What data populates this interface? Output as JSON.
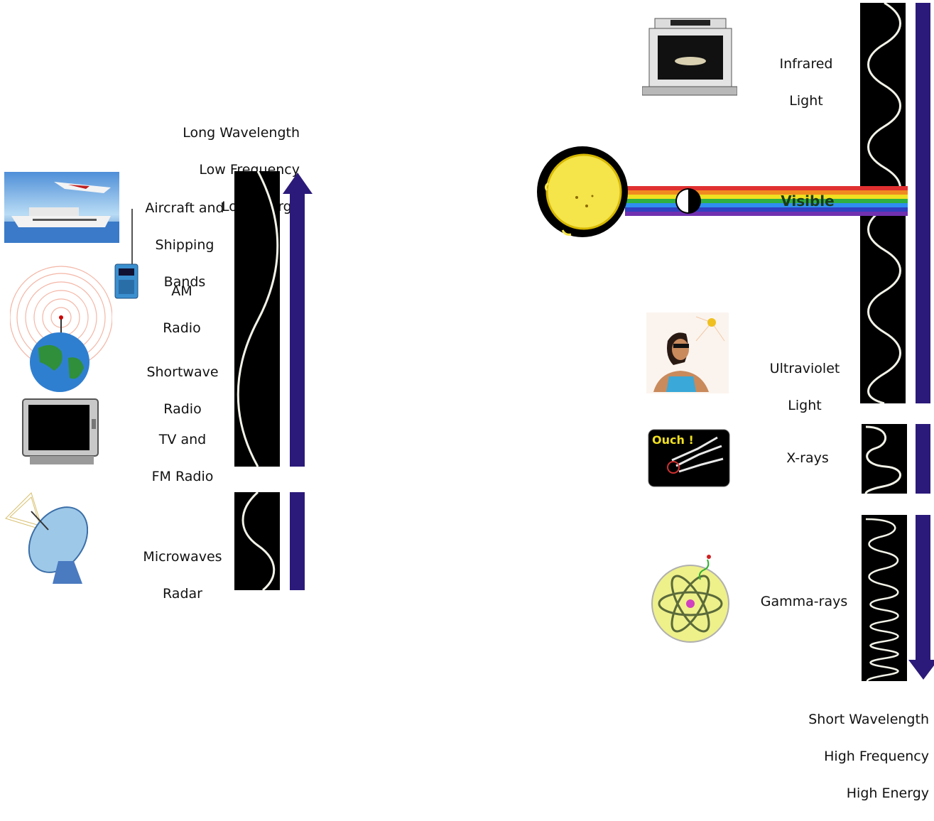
{
  "top_left_header": [
    "Long Wavelength",
    "Low Frequency",
    "Low Energy"
  ],
  "bottom_right_header": [
    "Short Wavelength",
    "High Frequency",
    "High Energy"
  ],
  "bands": {
    "aircraft": [
      "Aircraft and",
      "Shipping",
      "Bands"
    ],
    "am": [
      "AM",
      "Radio"
    ],
    "shortwave": [
      "Shortwave",
      "Radio"
    ],
    "tvfm": [
      "TV and",
      "FM Radio"
    ],
    "microwaves": [
      "Microwaves",
      "Radar"
    ],
    "infrared": [
      "Infrared",
      "Light"
    ],
    "visible": "Visible",
    "ultraviolet": [
      "Ultraviolet",
      "Light"
    ],
    "xrays": "X-rays",
    "gamma": "Gamma-rays",
    "ouch": "Ouch !"
  },
  "colors": {
    "arrow": "#2c1a7a",
    "wave": "#f2f2e8",
    "band": "#000000"
  }
}
